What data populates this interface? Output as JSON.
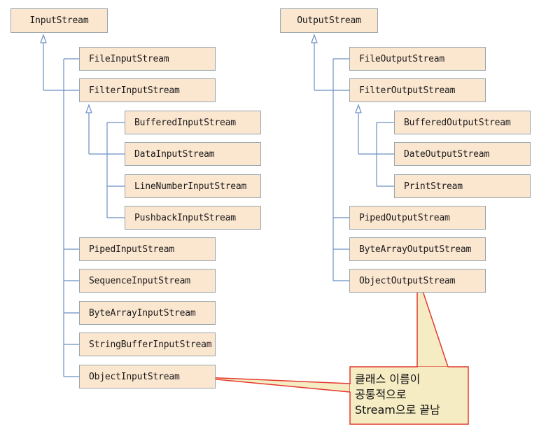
{
  "colors": {
    "box_fill": "#fbe6cf",
    "box_border": "#9aa5ad",
    "connector": "#6b8fc4",
    "callout_fill": "#f5ecc4",
    "callout_border": "#e23a2e"
  },
  "input": {
    "root": "InputStream",
    "children": [
      "FileInputStream",
      "FilterInputStream",
      "PipedInputStream",
      "SequenceInputStream",
      "ByteArrayInputStream",
      "StringBufferInputStream",
      "ObjectInputStream"
    ],
    "filter_children": [
      "BufferedInputStream",
      "DataInputStream",
      "LineNumberInputStream",
      "PushbackInputStream"
    ]
  },
  "output": {
    "root": "OutputStream",
    "children": [
      "FileOutputStream",
      "FilterOutputStream",
      "PipedOutputStream",
      "ByteArrayOutputStream",
      "ObjectOutputStream"
    ],
    "filter_children": [
      "BufferedOutputStream",
      "DateOutputStream",
      "PrintStream"
    ]
  },
  "callout": {
    "lines": [
      "클래스 이름이",
      "공통적으로",
      "Stream으로 끝남"
    ]
  }
}
